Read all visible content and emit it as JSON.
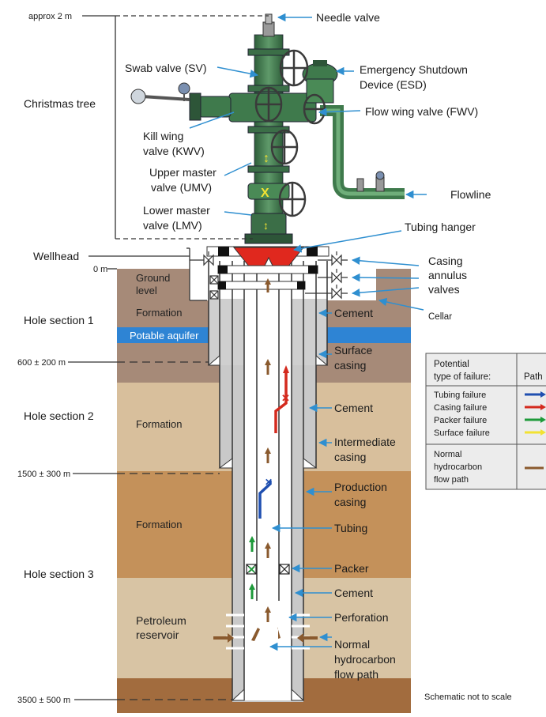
{
  "depths": {
    "approx_2m": "approx 2 m",
    "zero": "0 m",
    "d600": "600 ± 200 m",
    "d1500": "1500 ± 300 m",
    "d3500": "3500 ± 500 m"
  },
  "left_labels": {
    "christmas_tree": "Christmas tree",
    "wellhead": "Wellhead",
    "hole1": "Hole section 1",
    "hole2": "Hole section 2",
    "hole3": "Hole section 3"
  },
  "tree_labels": {
    "needle": "Needle valve",
    "swab": "Swab valve (SV)",
    "esd1": "Emergency Shutdown",
    "esd2": "Device (ESD)",
    "fwv": "Flow wing valve (FWV)",
    "kwv1": "Kill wing",
    "kwv2": "valve (KWV)",
    "umv1": "Upper master",
    "umv2": "valve (UMV)",
    "lmv1": "Lower master",
    "lmv2": "valve (LMV)",
    "flowline": "Flowline",
    "hanger": "Tubing hanger"
  },
  "formation_labels": {
    "ground1": "Ground",
    "ground2": "level",
    "formation_a": "Formation",
    "aquifer": "Potable aquifer",
    "formation_b": "Formation",
    "formation_c": "Formation",
    "reservoir1": "Petroleum",
    "reservoir2": "reservoir"
  },
  "right_labels": {
    "casing_annulus1": "Casing",
    "casing_annulus2": "annulus",
    "casing_annulus3": "valves",
    "cellar": "Cellar",
    "cement1": "Cement",
    "surface1": "Surface",
    "surface2": "casing",
    "cement2": "Cement",
    "intermediate1": "Intermediate",
    "intermediate2": "casing",
    "production1": "Production",
    "production2": "casing",
    "tubing": "Tubing",
    "packer": "Packer",
    "cement3": "Cement",
    "perforation": "Perforation",
    "normal1": "Normal",
    "normal2": "hydrocarbon",
    "normal3": "flow path"
  },
  "legend": {
    "header1": "Potential",
    "header2": "type of failure:",
    "header_path": "Path",
    "items": [
      {
        "label": "Tubing failure",
        "color": "#1f4fb0"
      },
      {
        "label": "Casing failure",
        "color": "#d42a1e"
      },
      {
        "label": "Packer failure",
        "color": "#1e9a3a"
      },
      {
        "label": "Surface failure",
        "color": "#f2e233"
      }
    ],
    "normal1": "Normal",
    "normal2": "hydrocarbon",
    "normal3": "flow path",
    "normal_color": "#8a5a2e"
  },
  "note": "Schematic not to scale"
}
